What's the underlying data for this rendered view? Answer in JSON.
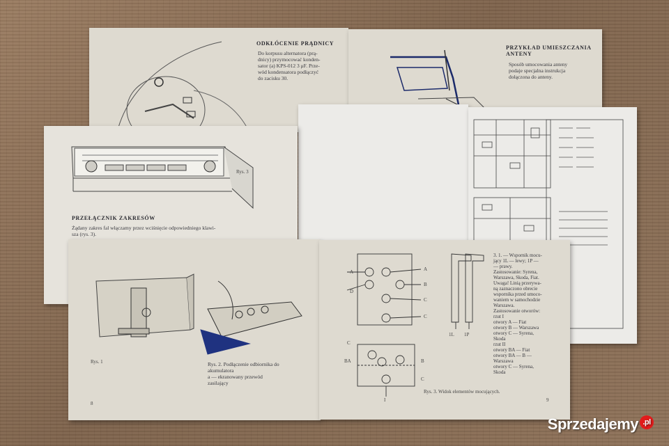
{
  "top_left_page": {
    "heading": "ODKŁÓCENIE PRĄDNICY",
    "body": [
      "Do korpusu alternatora (prą-",
      "dnicy) przymocować konden-",
      "sator (a) KPS-012 3 μF. Prze-",
      "wód kondensatora podłączyć",
      "do zacisku 30."
    ]
  },
  "top_right_page": {
    "heading_line1": "PRZYKŁAD UMIESZCZANIA",
    "heading_line2": "ANTENY",
    "body": [
      "Sposób umocowania anteny",
      "podaje specjalna instrukcja",
      "dołączona do anteny."
    ]
  },
  "radio_page": {
    "figure_label": "Rys. 3",
    "heading": "PRZEŁĄCZNIK ZAKRESÓW",
    "body": [
      "Żądany zakres fal włączamy przez wciśnięcie odpowiedniego klawi-",
      "sza (rys. 3)."
    ]
  },
  "bottom_left_page": {
    "fig1_label": "Rys. 1",
    "fig2_caption": [
      "Rys. 2. Podłączenie odbiornika do",
      "akumulatora",
      "a — ekranowany przewód",
      "zasilający"
    ],
    "page_number": "8"
  },
  "bottom_right_page": {
    "text_lines": [
      "3. 1. — Wspornik mocu-",
      "jący 1L — lewy; 1P —",
      "— prawy.",
      "Zastosowanie: Syrena,",
      "Warszawa, Skoda, Fiat.",
      "Uwaga! Linią przerywa-",
      "ną zaznaczono obrecie",
      "wspornika przed umoco-",
      "waniem w samochodzie",
      "Warszawa.",
      "Zastosowanie otworów:",
      "rzut I",
      "otwory A — Fiat",
      "otwory B — Warszawa",
      "otwory C — Syrena,",
      "Skoda",
      "rzut II",
      "otwory BA — Fiat",
      "otwory BA — B —",
      "Warszawa",
      "otwory C — Syrena,",
      "Skoda"
    ],
    "fig3_caption": "Rys. 3. Widok elementów mocujących.",
    "page_number": "9",
    "hole_labels_top": [
      "A",
      "D",
      "A",
      "B",
      "C",
      "C"
    ],
    "hole_labels_bottom": [
      "C",
      "BA",
      "B",
      "C",
      "I"
    ],
    "bracket_labels": [
      "1L",
      "1P"
    ]
  },
  "watermark": {
    "text": "Sprzedajemy",
    "badge": ".pl"
  },
  "colors": {
    "table": "#8a6e55",
    "paper": "#e2dfd7",
    "ink": "#3a3a40",
    "watermark_badge": "#e21b1b"
  }
}
